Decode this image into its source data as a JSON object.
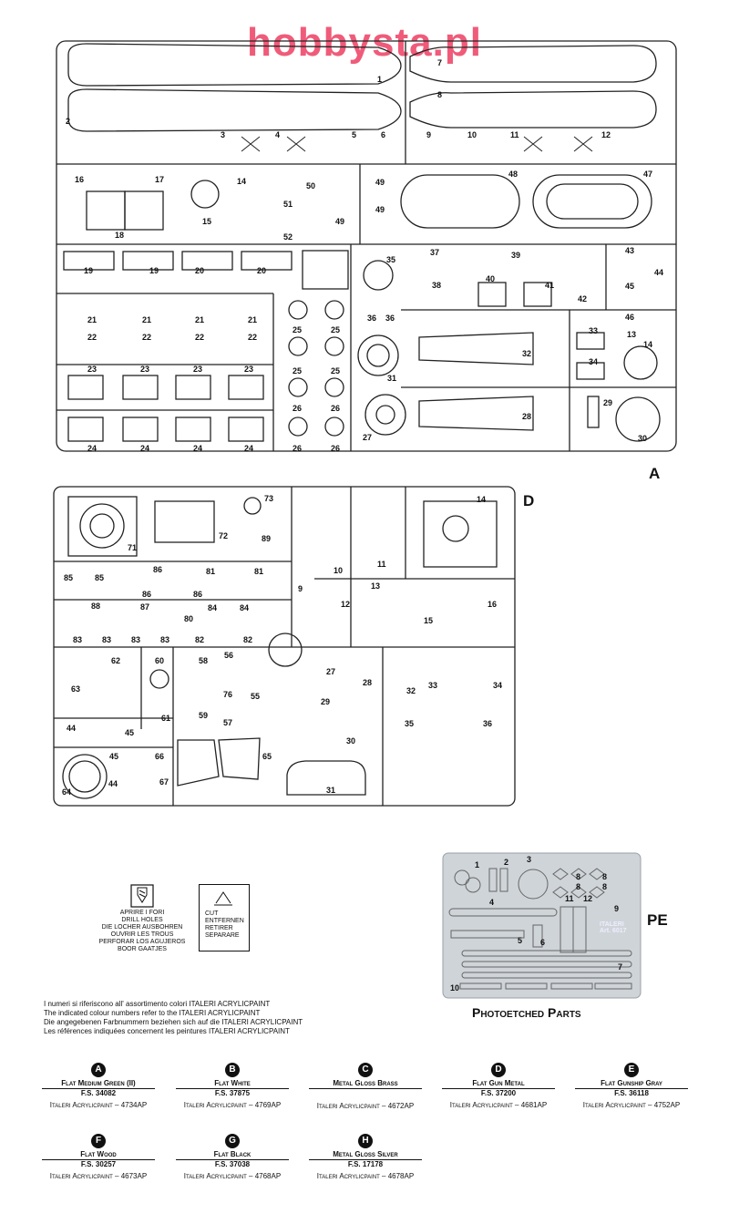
{
  "watermark": "hobbysta.pl",
  "sprues": {
    "a": {
      "label": "A",
      "numbers": [
        "1",
        "2",
        "3",
        "4",
        "5",
        "6",
        "7",
        "8",
        "9",
        "10",
        "11",
        "12",
        "13",
        "14",
        "15",
        "16",
        "17",
        "18",
        "19",
        "20",
        "21",
        "22",
        "23",
        "24",
        "25",
        "26",
        "27",
        "28",
        "29",
        "30",
        "31",
        "32",
        "33",
        "34",
        "35",
        "36",
        "37",
        "38",
        "39",
        "40",
        "41",
        "42",
        "43",
        "44",
        "45",
        "46",
        "47",
        "48",
        "49",
        "50",
        "51",
        "52"
      ]
    },
    "d": {
      "label": "D",
      "numbers": [
        "9",
        "10",
        "11",
        "12",
        "13",
        "14",
        "15",
        "16",
        "27",
        "28",
        "29",
        "30",
        "31",
        "32",
        "33",
        "34",
        "35",
        "36",
        "44",
        "45",
        "55",
        "56",
        "57",
        "58",
        "59",
        "60",
        "61",
        "62",
        "63",
        "64",
        "65",
        "66",
        "67",
        "71",
        "72",
        "73",
        "76",
        "80",
        "81",
        "82",
        "83",
        "84",
        "85",
        "86",
        "87",
        "88",
        "89"
      ]
    },
    "pe": {
      "label": "PE",
      "title": "Photoetched Parts",
      "numbers": [
        "1",
        "2",
        "3",
        "4",
        "5",
        "6",
        "7",
        "8",
        "9",
        "10",
        "11",
        "12"
      ],
      "brand": "ITALERI",
      "art": "Art. 6017"
    }
  },
  "icons": {
    "drill": {
      "name": "drill-holes-icon",
      "lines": [
        "APRIRE I FORI",
        "DRILL HOLES",
        "DIE LOCHER AUSBOHREN",
        "OUVRIR LES TROUS",
        "PERFORAR LOS AGUJEROS",
        "BOOR GAATJES"
      ]
    },
    "cut": {
      "name": "cut-icon",
      "lines": [
        "CUT",
        "ENTFERNEN",
        "RETIRER",
        "SEPARARE"
      ]
    }
  },
  "notes": [
    "I numeri si riferiscono all' assortimento colori ITALERI ACRYLICPAINT",
    "The indicated colour numbers refer to the ITALERI ACRYLICPAINT",
    "Die angegebenen Farbnummern beziehen sich auf die ITALERI ACRYLICPAINT",
    "Les références indiquées concernent les peintures ITALERI ACRYLICPAINT"
  ],
  "paints": [
    {
      "letter": "A",
      "name": "Flat Medium Green (II)",
      "fs": "F.S. 34082",
      "code": "Italeri Acrylicpaint – 4734AP"
    },
    {
      "letter": "B",
      "name": "Flat White",
      "fs": "F.S. 37875",
      "code": "Italeri Acrylicpaint – 4769AP"
    },
    {
      "letter": "C",
      "name": "Metal Gloss Brass",
      "fs": "",
      "code": "Italeri Acrylicpaint – 4672AP"
    },
    {
      "letter": "D",
      "name": "Flat Gun Metal",
      "fs": "F.S. 37200",
      "code": "Italeri Acrylicpaint – 4681AP"
    },
    {
      "letter": "E",
      "name": "Flat Gunship Gray",
      "fs": "F.S. 36118",
      "code": "Italeri Acrylicpaint – 4752AP"
    },
    {
      "letter": "F",
      "name": "Flat Wood",
      "fs": "F.S. 30257",
      "code": "Italeri Acrylicpaint – 4673AP"
    },
    {
      "letter": "G",
      "name": "Flat Black",
      "fs": "F.S. 37038",
      "code": "Italeri Acrylicpaint – 4768AP"
    },
    {
      "letter": "H",
      "name": "Metal Gloss Silver",
      "fs": "F.S. 17178",
      "code": "Italeri Acrylicpaint – 4678AP"
    }
  ]
}
